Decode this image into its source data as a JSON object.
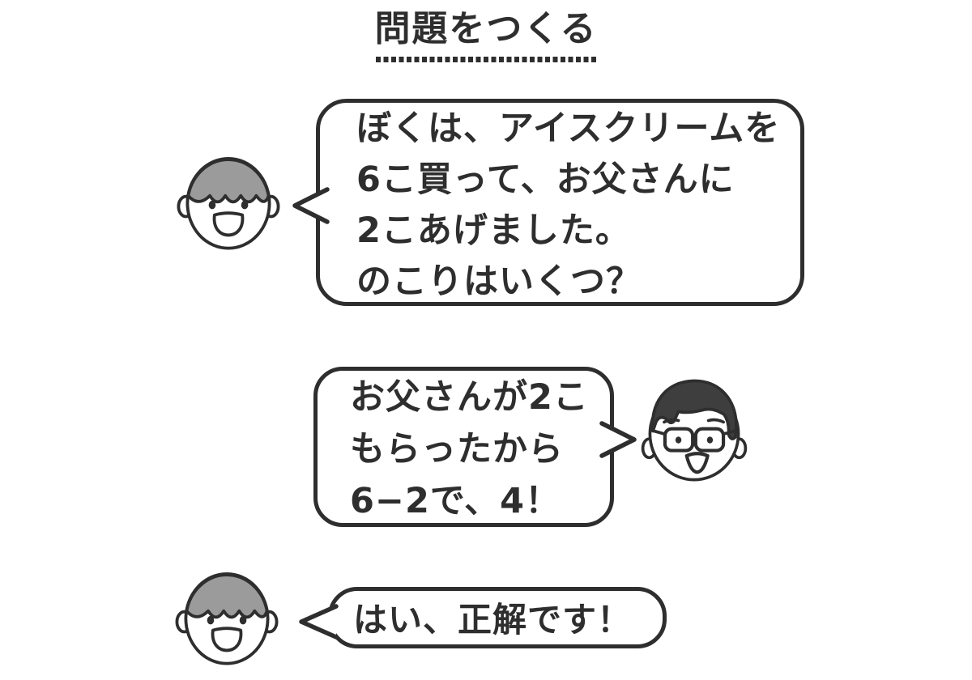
{
  "title": {
    "text": "問題をつくる"
  },
  "conversation": [
    {
      "speaker": "boy",
      "avatar_icon": "boy-face-icon",
      "bubble_tail": "left",
      "lines": [
        "ぼくは、アイスクリームを",
        "6こ買って、お父さんに",
        "2こあげました。",
        "のこりはいくつ？"
      ]
    },
    {
      "speaker": "father",
      "avatar_icon": "father-face-icon",
      "bubble_tail": "right",
      "lines": [
        "お父さんが2こ",
        "もらったから",
        "6−2で、4！"
      ]
    },
    {
      "speaker": "boy",
      "avatar_icon": "boy-face-icon",
      "bubble_tail": "left",
      "lines": [
        "はい、正解です！"
      ]
    }
  ],
  "colors": {
    "ink": "#2e2e2e",
    "boy_hair": "#9b9b9b",
    "father_hair": "#3e3e3e",
    "background": "#ffffff"
  }
}
